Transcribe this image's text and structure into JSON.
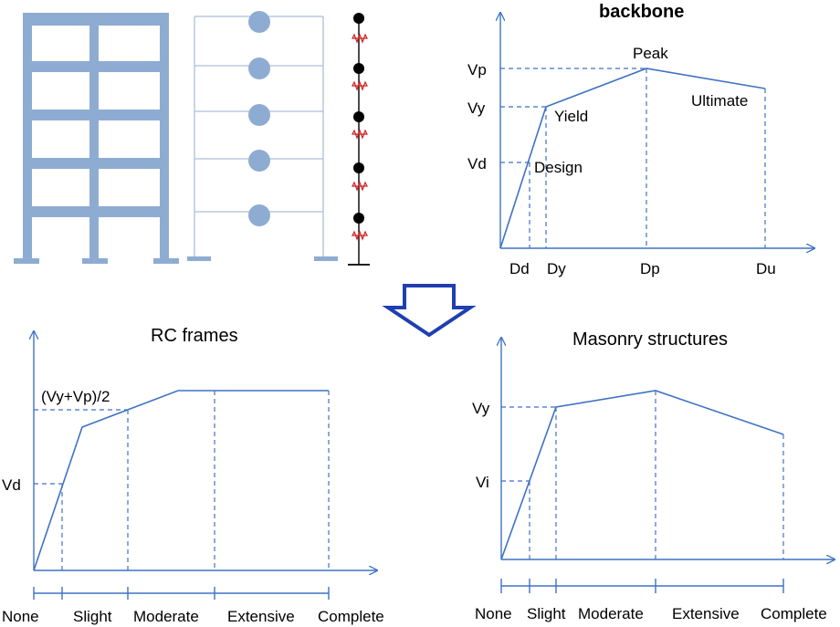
{
  "backbone": {
    "title": "backbone",
    "y_labels": [
      "Vp",
      "Vy",
      "Vd"
    ],
    "x_labels": [
      "Dd",
      "Dy",
      "Dp",
      "Du"
    ],
    "point_labels": {
      "peak": "Peak",
      "yield": "Yield",
      "design": "Design",
      "ultimate": "Ultimate"
    }
  },
  "rc": {
    "title": "RC  frames",
    "y_labels": {
      "vd": "Vd",
      "avg": "(Vy+Vp)/2"
    },
    "states": [
      "None",
      "Slight",
      "Moderate",
      "Extensive",
      "Complete"
    ]
  },
  "masonry": {
    "title": "Masonry structures",
    "y_labels": {
      "vy": "Vy",
      "vi": "Vi"
    },
    "states": [
      "None",
      "Slight",
      "Moderate",
      "Extensive",
      "Complete"
    ]
  },
  "colors": {
    "line": "#3f72c4",
    "frame": "#8eacd2",
    "spring": "#cc2222",
    "arrow": "#1f3fb0"
  }
}
